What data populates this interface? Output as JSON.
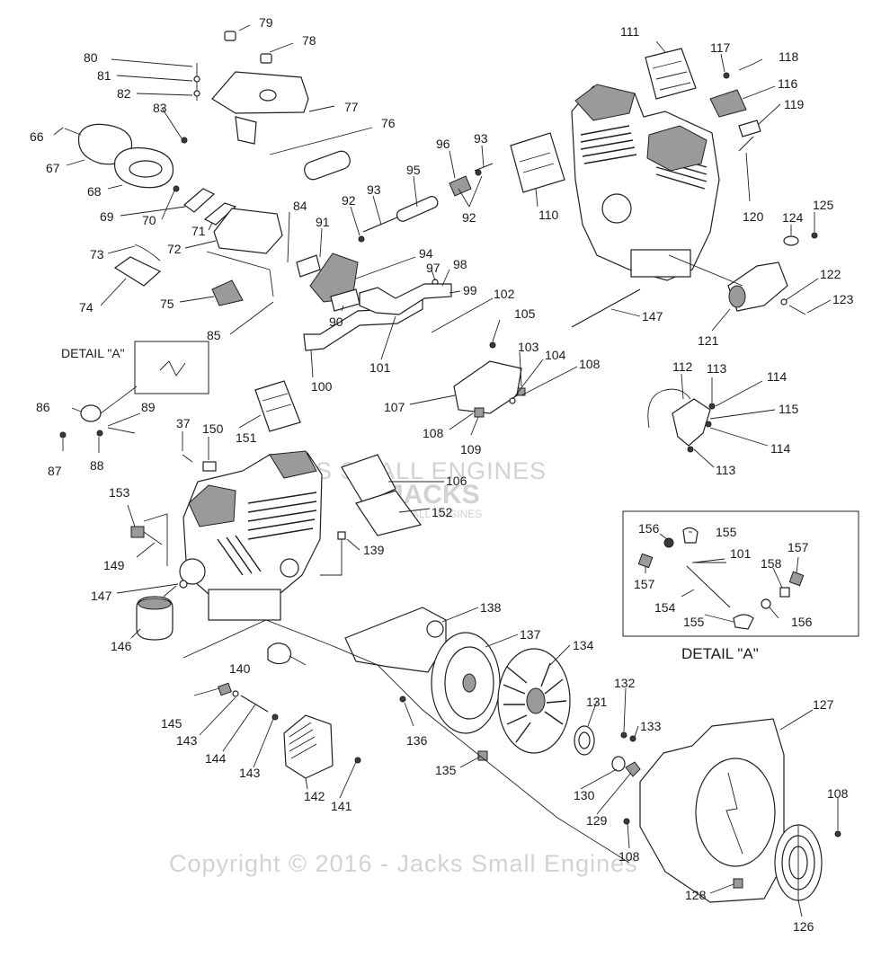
{
  "watermark": {
    "brand_line": "JACKS SMALL ENGINES",
    "logo_big": "JACKS",
    "logo_small": "SMALL ENGINES",
    "copyright": "Copyright © 2016 - Jacks Small Engines"
  },
  "detail_a": {
    "caption_top": "DETAIL \"A\"",
    "caption_box": "DETAIL \"A\""
  },
  "callouts": {
    "c79": "79",
    "c78": "78",
    "c80": "80",
    "c81": "81",
    "c82": "82",
    "c77": "77",
    "c83": "83",
    "c76": "76",
    "c66": "66",
    "c67": "67",
    "c68": "68",
    "c69": "69",
    "c70": "70",
    "c71": "71",
    "c72": "72",
    "c73": "73",
    "c74": "74",
    "c75": "75",
    "c84": "84",
    "c85": "85",
    "c91": "91",
    "c92a": "92",
    "c93a": "93",
    "c95": "95",
    "c96": "96",
    "c93b": "93",
    "c92b": "92",
    "c110": "110",
    "c111": "111",
    "c117": "117",
    "c118": "118",
    "c116": "116",
    "c119": "119",
    "c120": "120",
    "c124": "124",
    "c125": "125",
    "c122": "122",
    "c123": "123",
    "c121": "121",
    "c147a": "147",
    "c94": "94",
    "c97": "97",
    "c98": "98",
    "c99": "99",
    "c90": "90",
    "c102": "102",
    "c105": "105",
    "c100": "100",
    "c101": "101",
    "c103": "103",
    "c104": "104",
    "c108a": "108",
    "c107": "107",
    "c108b": "108",
    "c109": "109",
    "c112": "112",
    "c113a": "113",
    "c114a": "114",
    "c115": "115",
    "c114b": "114",
    "c113b": "113",
    "c86": "86",
    "c89": "89",
    "c87": "87",
    "c88": "88",
    "c37": "37",
    "c150": "150",
    "c151": "151",
    "c106": "106",
    "c152": "152",
    "c153": "153",
    "c149": "149",
    "c139": "139",
    "c147b": "147",
    "c146": "146",
    "c156a": "156",
    "c155a": "155",
    "c101b": "101",
    "c157a": "157",
    "c158": "158",
    "c157b": "157",
    "c154": "154",
    "c155b": "155",
    "c156b": "156",
    "c138": "138",
    "c137": "137",
    "c134": "134",
    "c140": "140",
    "c132": "132",
    "c131": "131",
    "c133": "133",
    "c127": "127",
    "c145": "145",
    "c143a": "143",
    "c136": "136",
    "c144": "144",
    "c143b": "143",
    "c135": "135",
    "c130": "130",
    "c142": "142",
    "c129": "129",
    "c141": "141",
    "c108c": "108",
    "c108d": "108",
    "c128": "128",
    "c126": "126"
  }
}
